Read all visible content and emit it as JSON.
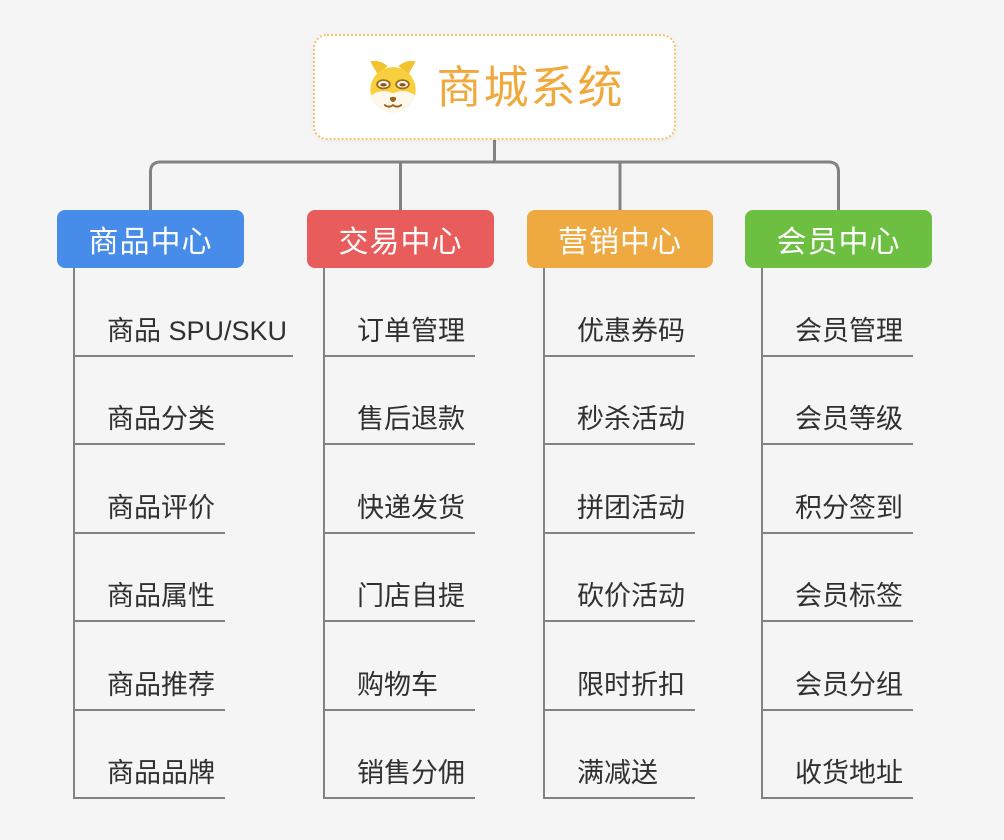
{
  "root": {
    "title": "商城系统",
    "icon": "shiba-dog-icon",
    "accent_color": "#F0A93C",
    "border_color": "#F4C06A"
  },
  "branches": [
    {
      "label": "商品中心",
      "color": "#468CE8",
      "children": [
        "商品 SPU/SKU",
        "商品分类",
        "商品评价",
        "商品属性",
        "商品推荐",
        "商品品牌"
      ]
    },
    {
      "label": "交易中心",
      "color": "#E85C5C",
      "children": [
        "订单管理",
        "售后退款",
        "快递发货",
        "门店自提",
        "购物车",
        "销售分佣"
      ]
    },
    {
      "label": "营销中心",
      "color": "#EEA940",
      "children": [
        "优惠券码",
        "秒杀活动",
        "拼团活动",
        "砍价活动",
        "限时折扣",
        "满减送"
      ]
    },
    {
      "label": "会员中心",
      "color": "#6CBF40",
      "children": [
        "会员管理",
        "会员等级",
        "积分签到",
        "会员标签",
        "会员分组",
        "收货地址"
      ]
    }
  ],
  "connector_color": "#828282",
  "item_text_color": "#303030",
  "canvas_color": "#F5F5F5"
}
